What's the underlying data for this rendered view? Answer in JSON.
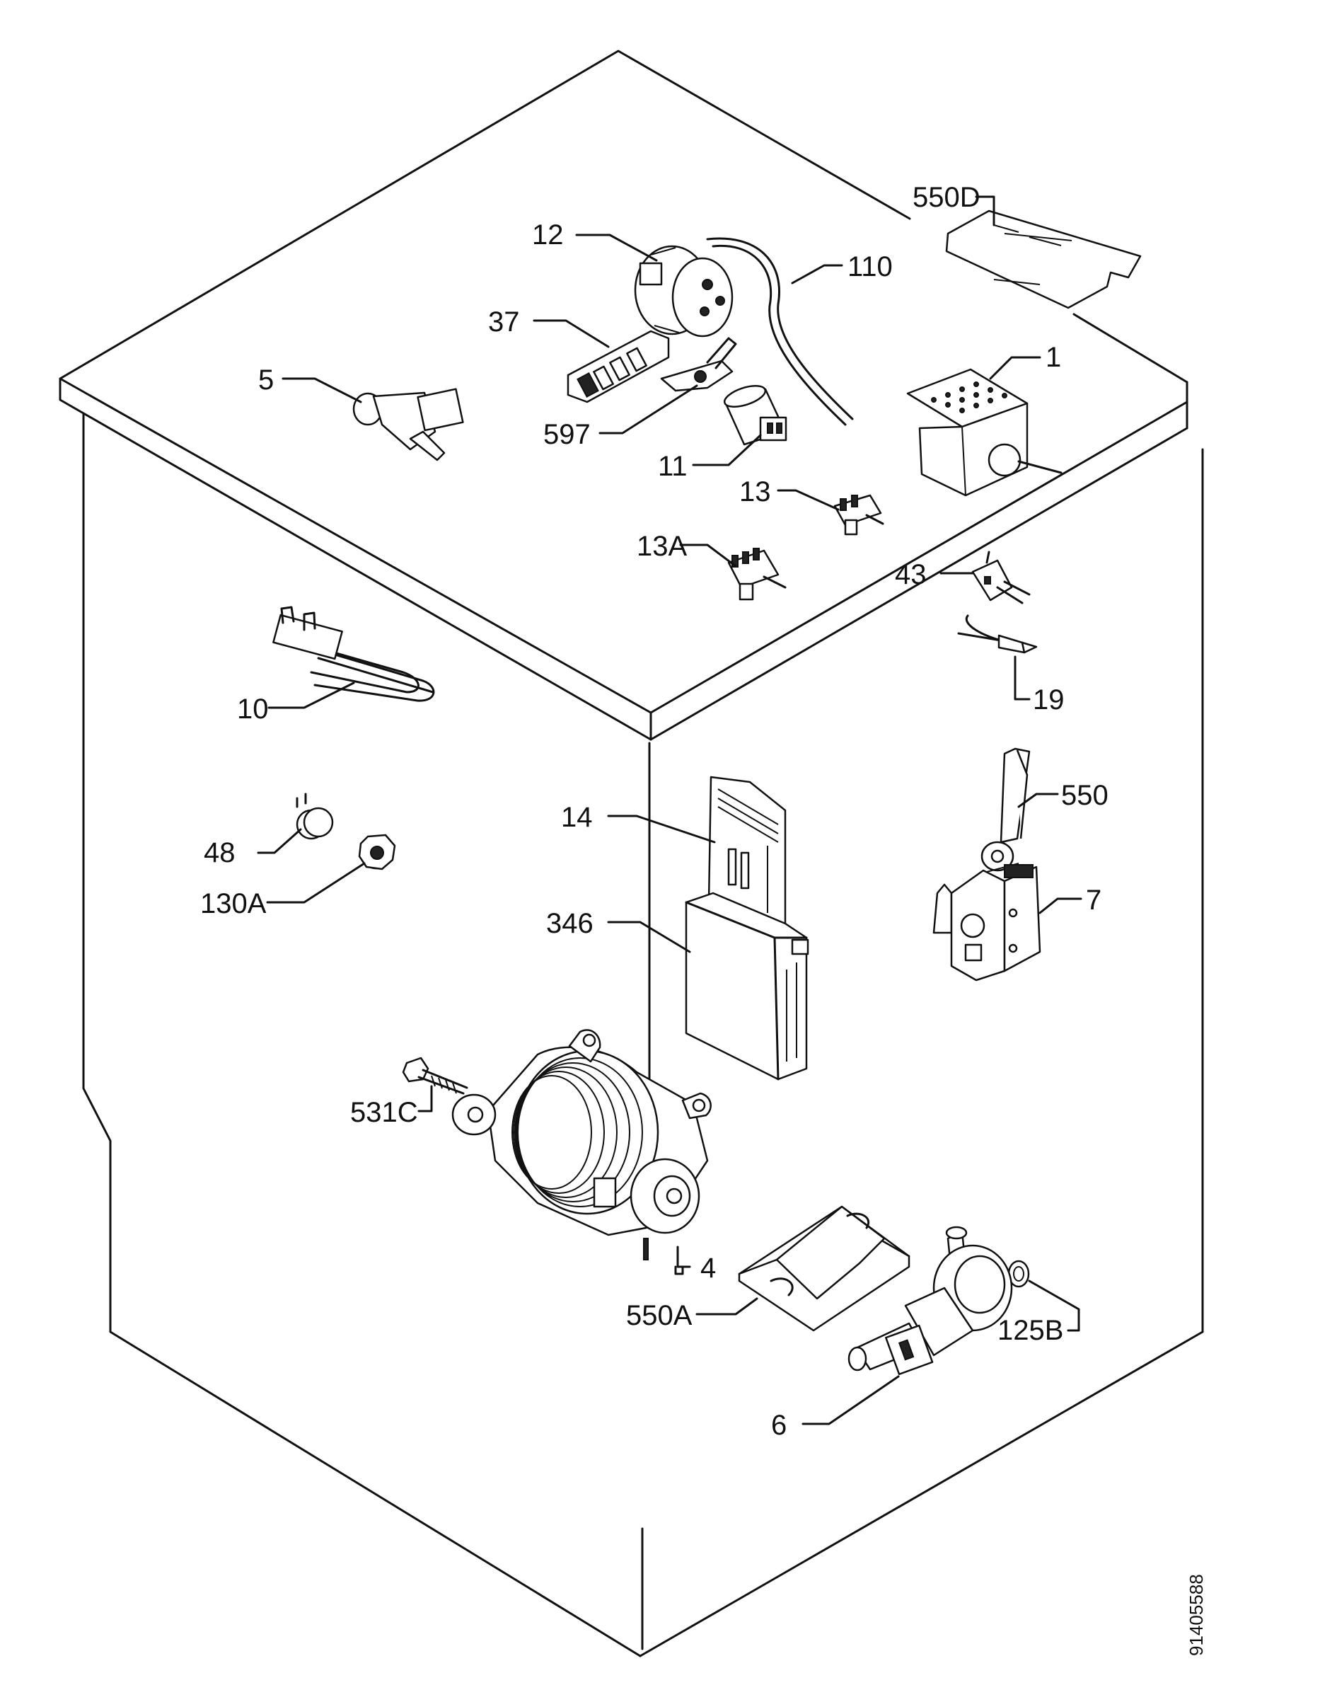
{
  "diagram": {
    "serial": "91405588",
    "parts": [
      {
        "id": "p550D",
        "label": "550D"
      },
      {
        "id": "p12",
        "label": "12"
      },
      {
        "id": "p110",
        "label": "110"
      },
      {
        "id": "p37",
        "label": "37"
      },
      {
        "id": "p5",
        "label": "5"
      },
      {
        "id": "p1",
        "label": "1"
      },
      {
        "id": "p597",
        "label": "597"
      },
      {
        "id": "p11",
        "label": "11"
      },
      {
        "id": "p13",
        "label": "13"
      },
      {
        "id": "p13A",
        "label": "13A"
      },
      {
        "id": "p43",
        "label": "43"
      },
      {
        "id": "p19",
        "label": "19"
      },
      {
        "id": "p10",
        "label": "10"
      },
      {
        "id": "p550",
        "label": "550"
      },
      {
        "id": "p14",
        "label": "14"
      },
      {
        "id": "p48",
        "label": "48"
      },
      {
        "id": "p7",
        "label": "7"
      },
      {
        "id": "p130A",
        "label": "130A"
      },
      {
        "id": "p346",
        "label": "346"
      },
      {
        "id": "p531C",
        "label": "531C"
      },
      {
        "id": "p4",
        "label": "4"
      },
      {
        "id": "p550A",
        "label": "550A"
      },
      {
        "id": "p125B",
        "label": "125B"
      },
      {
        "id": "p6",
        "label": "6"
      }
    ]
  }
}
